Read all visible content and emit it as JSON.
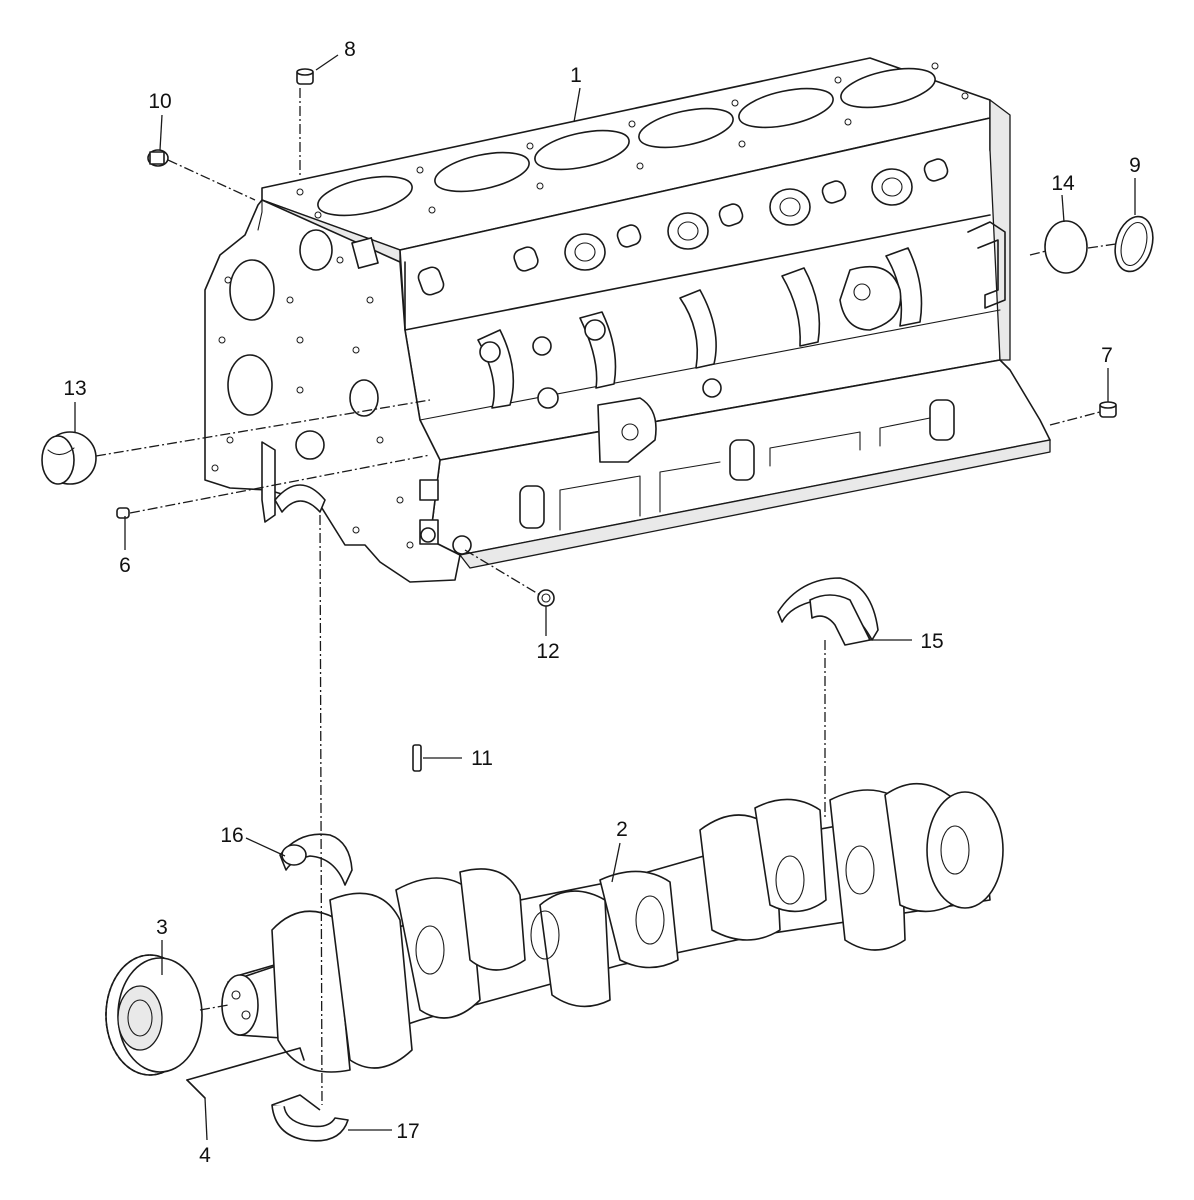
{
  "callouts": [
    {
      "id": "1",
      "label": "1"
    },
    {
      "id": "2",
      "label": "2"
    },
    {
      "id": "3",
      "label": "3"
    },
    {
      "id": "4",
      "label": "4"
    },
    {
      "id": "6",
      "label": "6"
    },
    {
      "id": "7",
      "label": "7"
    },
    {
      "id": "8",
      "label": "8"
    },
    {
      "id": "9",
      "label": "9"
    },
    {
      "id": "10",
      "label": "10"
    },
    {
      "id": "11",
      "label": "11"
    },
    {
      "id": "12",
      "label": "12"
    },
    {
      "id": "13",
      "label": "13"
    },
    {
      "id": "14",
      "label": "14"
    },
    {
      "id": "15",
      "label": "15"
    },
    {
      "id": "16",
      "label": "16"
    },
    {
      "id": "17",
      "label": "17"
    }
  ]
}
